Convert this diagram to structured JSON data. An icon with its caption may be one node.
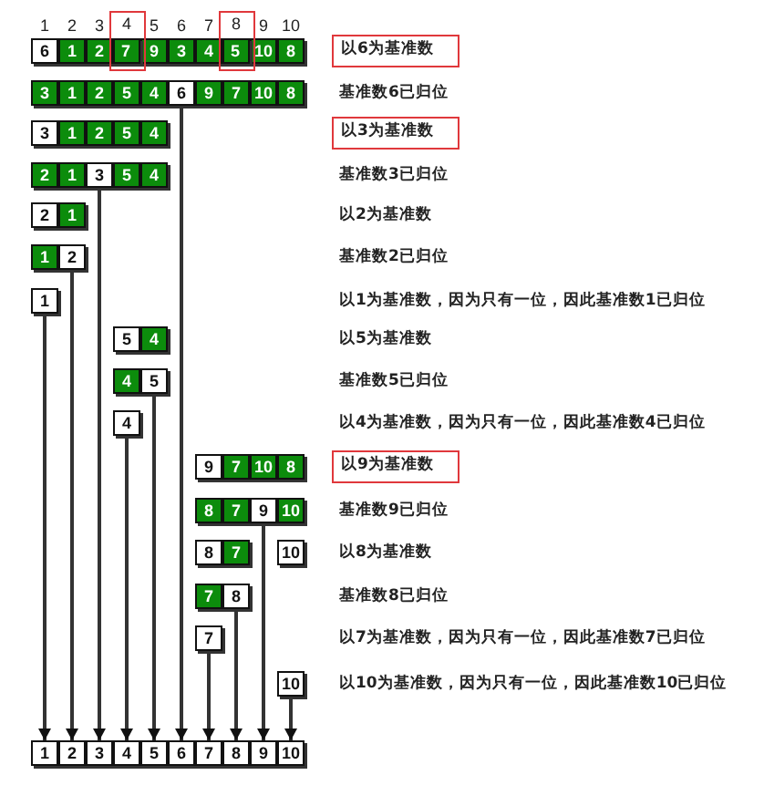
{
  "diagram": {
    "nodes": [
      {
        "text": [
          "4"
        ]
      },
      {
        "text": [
          "8"
        ]
      },
      {
        "text": [
          "6"
        ]
      },
      {
        "text": [
          "1"
        ]
      },
      {
        "text": [
          "2"
        ]
      },
      {
        "text": [
          "7"
        ],
        "in": 0
      },
      {
        "text": [
          "9"
        ]
      },
      {
        "text": [
          "3"
        ]
      },
      {
        "text": [
          "4"
        ]
      },
      {
        "text": [
          "5"
        ],
        "in": 1
      },
      {
        "text": [
          "10"
        ]
      },
      {
        "text": [
          "8"
        ]
      },
      {
        "text": [
          "以6为基准数"
        ]
      },
      {
        "text": [
          "3"
        ]
      },
      {
        "text": [
          "1"
        ]
      },
      {
        "text": [
          "2"
        ]
      },
      {
        "text": [
          "5"
        ]
      },
      {
        "text": [
          "4"
        ]
      },
      {
        "text": [
          "6"
        ]
      },
      {
        "text": [
          "9"
        ]
      },
      {
        "text": [
          "7"
        ]
      },
      {
        "text": [
          "10"
        ]
      },
      {
        "text": [
          "8"
        ]
      },
      {
        "text": [
          "3"
        ]
      },
      {
        "text": [
          "1"
        ]
      },
      {
        "text": [
          "2"
        ]
      },
      {
        "text": [
          "5"
        ]
      },
      {
        "text": [
          "4"
        ]
      },
      {
        "text": [
          "以3为基准数"
        ]
      },
      {
        "text": [
          "2"
        ]
      },
      {
        "text": [
          "1"
        ]
      },
      {
        "text": [
          "3"
        ]
      },
      {
        "text": [
          "5"
        ]
      },
      {
        "text": [
          "4"
        ]
      },
      {
        "text": [
          "2"
        ]
      },
      {
        "text": [
          "1"
        ]
      },
      {
        "text": [
          "1"
        ]
      },
      {
        "text": [
          "2"
        ]
      },
      {
        "text": [
          "1"
        ]
      },
      {
        "text": [
          "5"
        ]
      },
      {
        "text": [
          "4"
        ]
      },
      {
        "text": [
          "4"
        ]
      },
      {
        "text": [
          "5"
        ]
      },
      {
        "text": [
          "4"
        ]
      },
      {
        "text": [
          "9"
        ]
      },
      {
        "text": [
          "7"
        ]
      },
      {
        "text": [
          "10"
        ]
      },
      {
        "text": [
          "8"
        ]
      },
      {
        "text": [
          "以9为基准数"
        ]
      },
      {
        "text": [
          "8"
        ]
      },
      {
        "text": [
          "7"
        ]
      },
      {
        "text": [
          "9"
        ]
      },
      {
        "text": [
          "10"
        ]
      },
      {
        "text": [
          "8"
        ]
      },
      {
        "text": [
          "7"
        ]
      },
      {
        "text": [
          "10"
        ]
      },
      {
        "text": [
          "7"
        ]
      },
      {
        "text": [
          "8"
        ]
      },
      {
        "text": [
          "7"
        ]
      },
      {
        "text": [
          "10"
        ]
      },
      {
        "text": [
          "1"
        ]
      },
      {
        "text": [
          "2"
        ]
      },
      {
        "text": [
          "3"
        ]
      },
      {
        "text": [
          "4"
        ]
      },
      {
        "text": [
          "5"
        ]
      },
      {
        "text": [
          "6"
        ]
      },
      {
        "text": [
          "7"
        ]
      },
      {
        "text": [
          "8"
        ]
      },
      {
        "text": [
          "9"
        ]
      },
      {
        "text": [
          "10"
        ]
      }
    ],
    "edges": [
      {
        "from": 18,
        "to": 65,
        "arrow": "to"
      },
      {
        "from": 31,
        "to": 62,
        "arrow": "to"
      },
      {
        "from": 37,
        "to": 61,
        "arrow": "to"
      },
      {
        "from": 38,
        "to": 60,
        "arrow": "to"
      },
      {
        "from": 42,
        "to": 64,
        "arrow": "to"
      },
      {
        "from": 43,
        "to": 63,
        "arrow": "to"
      },
      {
        "from": 51,
        "to": 68,
        "arrow": "to"
      },
      {
        "from": 57,
        "to": 67,
        "arrow": "to"
      },
      {
        "from": 58,
        "to": 66,
        "arrow": "to"
      },
      {
        "from": 59,
        "to": 69,
        "arrow": "to"
      }
    ],
    "labels": [
      "1",
      "2",
      "3",
      "5",
      "6",
      "7",
      "9",
      "10",
      "基准数6已归位",
      "基准数3已归位",
      "以2为基准数",
      "基准数2已归位",
      "以1为基准数，因为只有一位，因此基准数1已归位",
      "以5为基准数",
      "基准数5已归位",
      "以4为基准数，因为只有一位，因此基准数4已归位",
      "基准数9已归位",
      "以8为基准数",
      "基准数8已归位",
      "以7为基准数，因为只有一位，因此基准数7已归位",
      "以10为基准数，因为只有一位，因此基准数10已归位"
    ]
  }
}
